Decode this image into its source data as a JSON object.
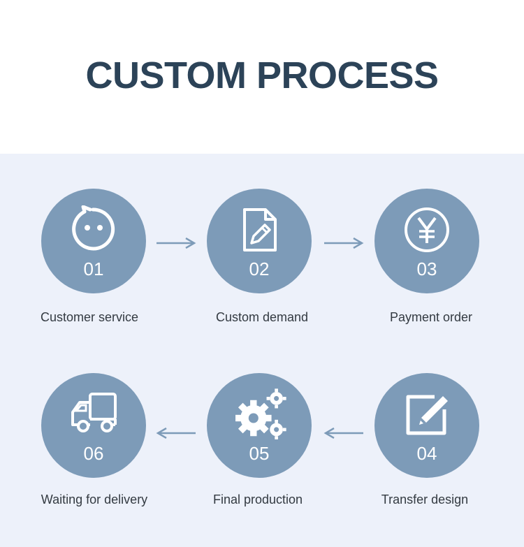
{
  "title": "CUSTOM PROCESS",
  "colors": {
    "title": "#2c4358",
    "circle": "#7d9bb8",
    "panel": "#edf1fa",
    "arrow": "#7d9bb8"
  },
  "steps": [
    {
      "num": "01",
      "label": "Customer service",
      "icon": "chat-bubble-face-icon"
    },
    {
      "num": "02",
      "label": "Custom demand",
      "icon": "document-edit-icon"
    },
    {
      "num": "03",
      "label": "Payment order",
      "icon": "yen-coin-icon"
    },
    {
      "num": "04",
      "label": "Transfer design",
      "icon": "pencil-square-icon"
    },
    {
      "num": "05",
      "label": "Final production",
      "icon": "gears-icon"
    },
    {
      "num": "06",
      "label": "Waiting for delivery",
      "icon": "truck-icon"
    }
  ]
}
